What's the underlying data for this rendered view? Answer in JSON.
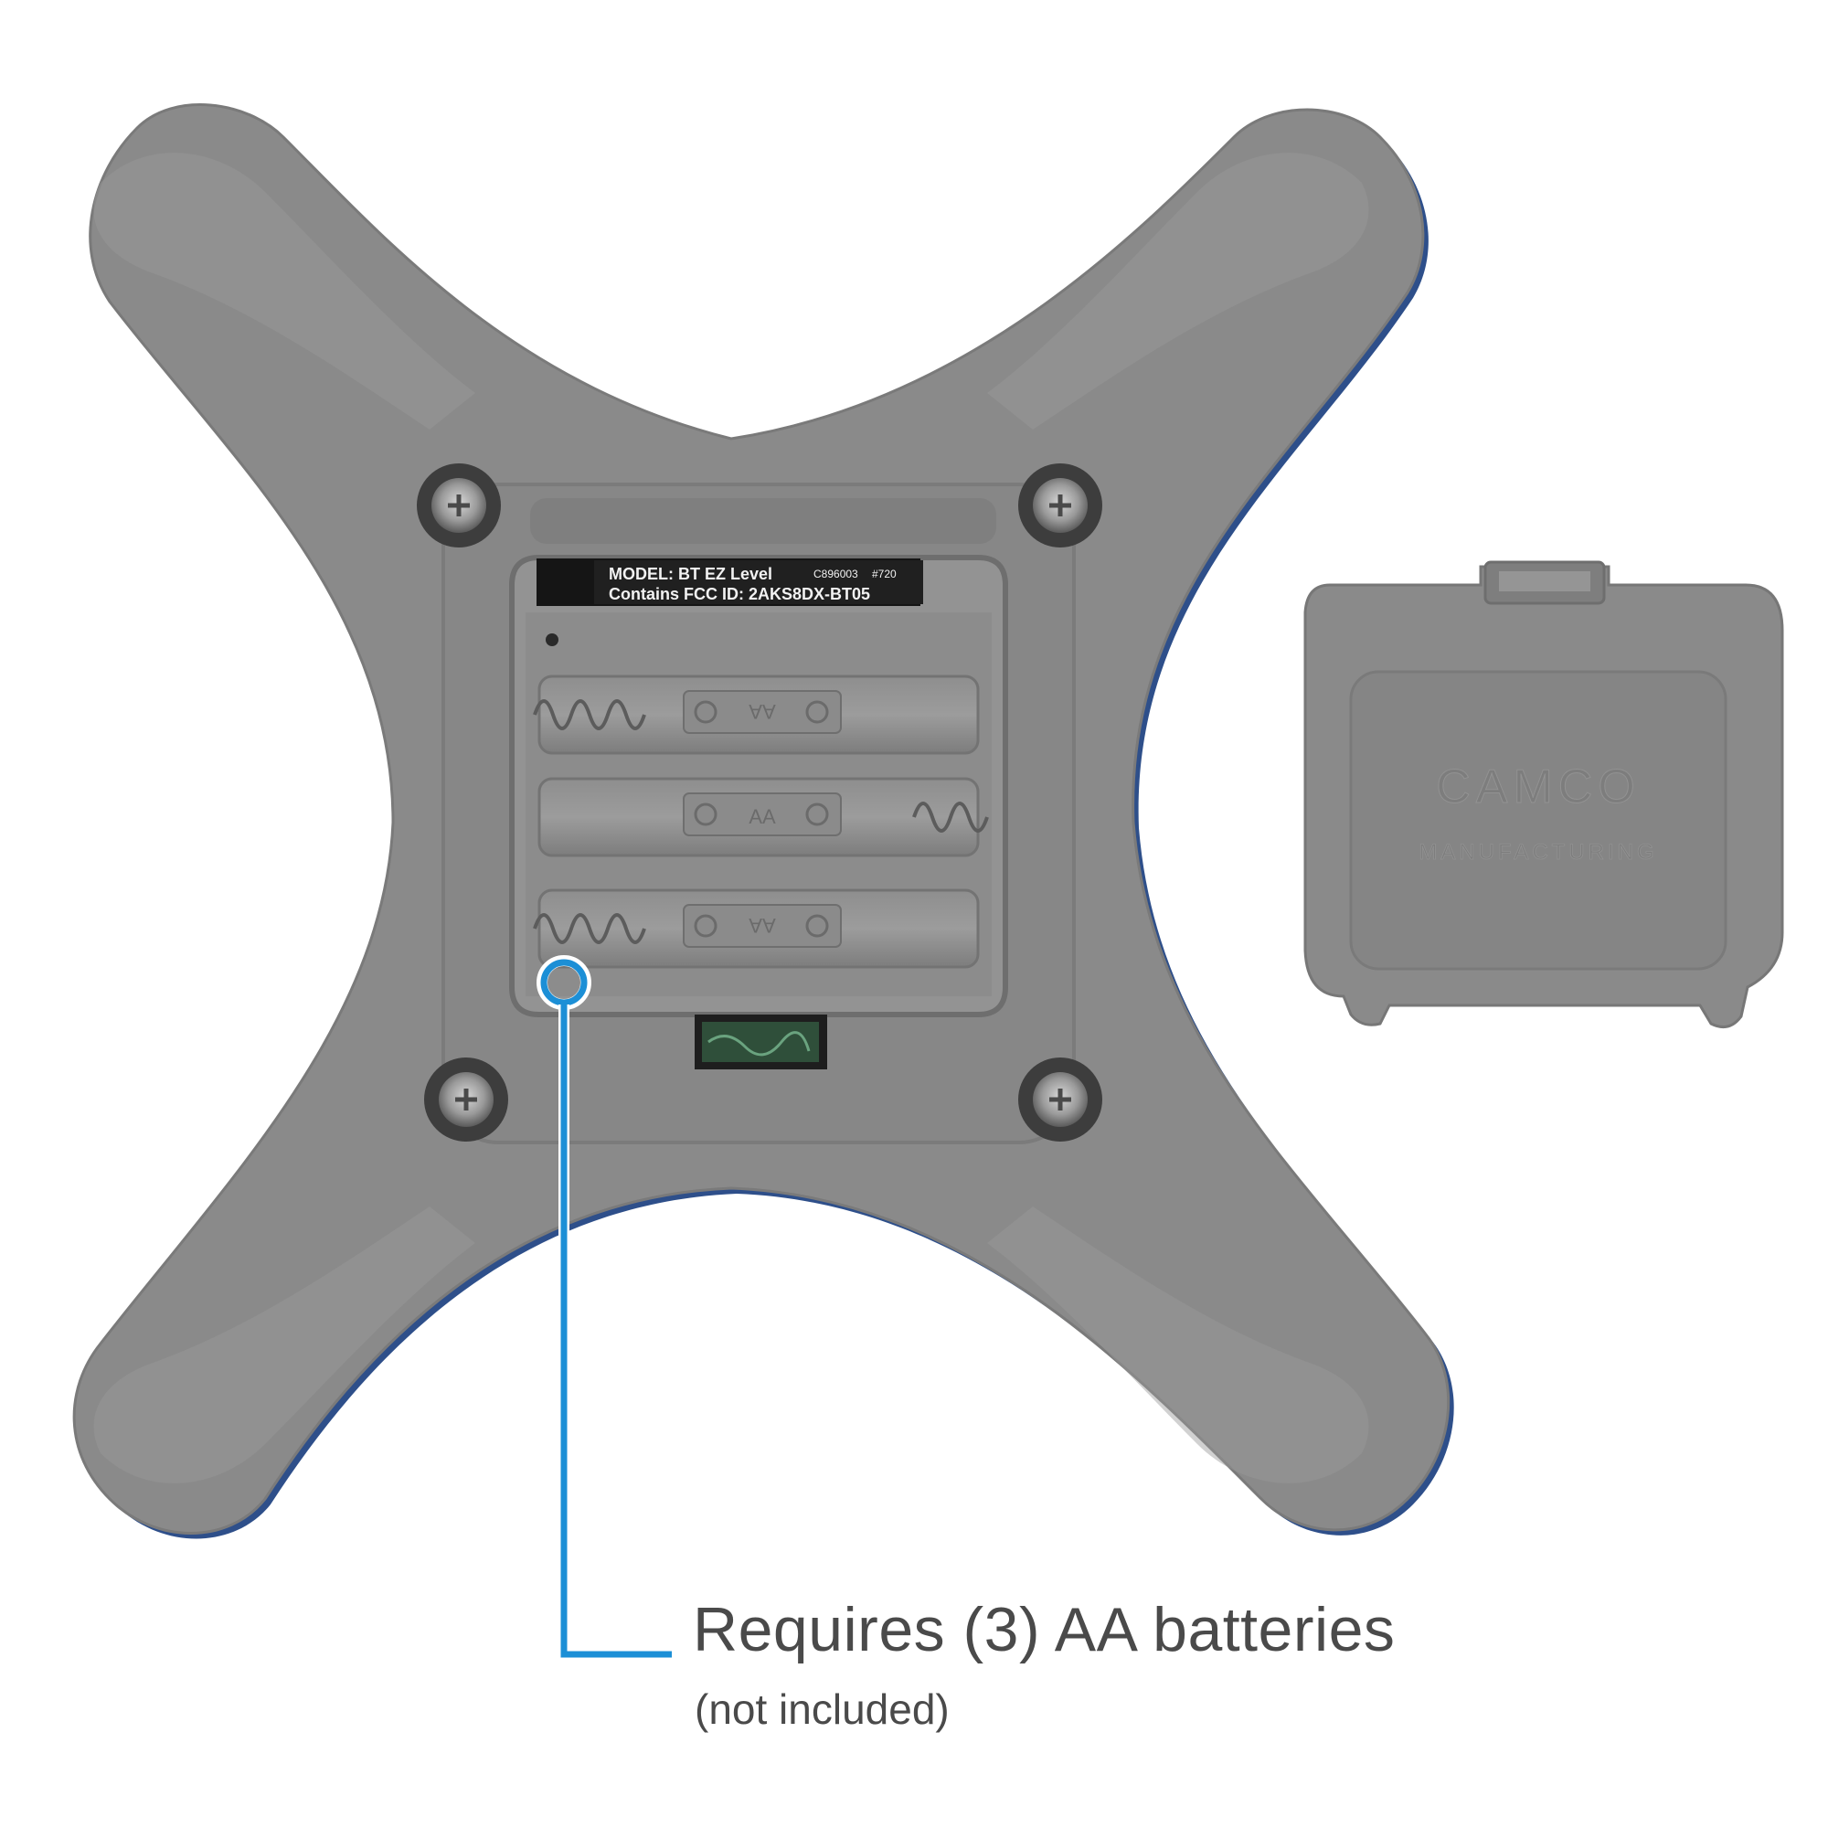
{
  "label": {
    "model_line": "MODEL: BT EZ Level",
    "code_1": "C896003",
    "code_2": "#720",
    "fcc_line": "Contains FCC ID: 2AKS8DX-BT05"
  },
  "compartment": {
    "battery_marks": [
      "AA",
      "AA",
      "AA"
    ]
  },
  "cover": {
    "brand": "CAMCO",
    "subtext": "MANUFACTURING"
  },
  "callout": {
    "title": "Requires (3) AA batteries",
    "subtitle": "(not included)"
  },
  "colors": {
    "body_gray": "#8a8a8a",
    "body_blue_edge": "#2e4f8a",
    "callout_blue": "#1c8fd6",
    "text_dark": "#4a4a4a"
  }
}
